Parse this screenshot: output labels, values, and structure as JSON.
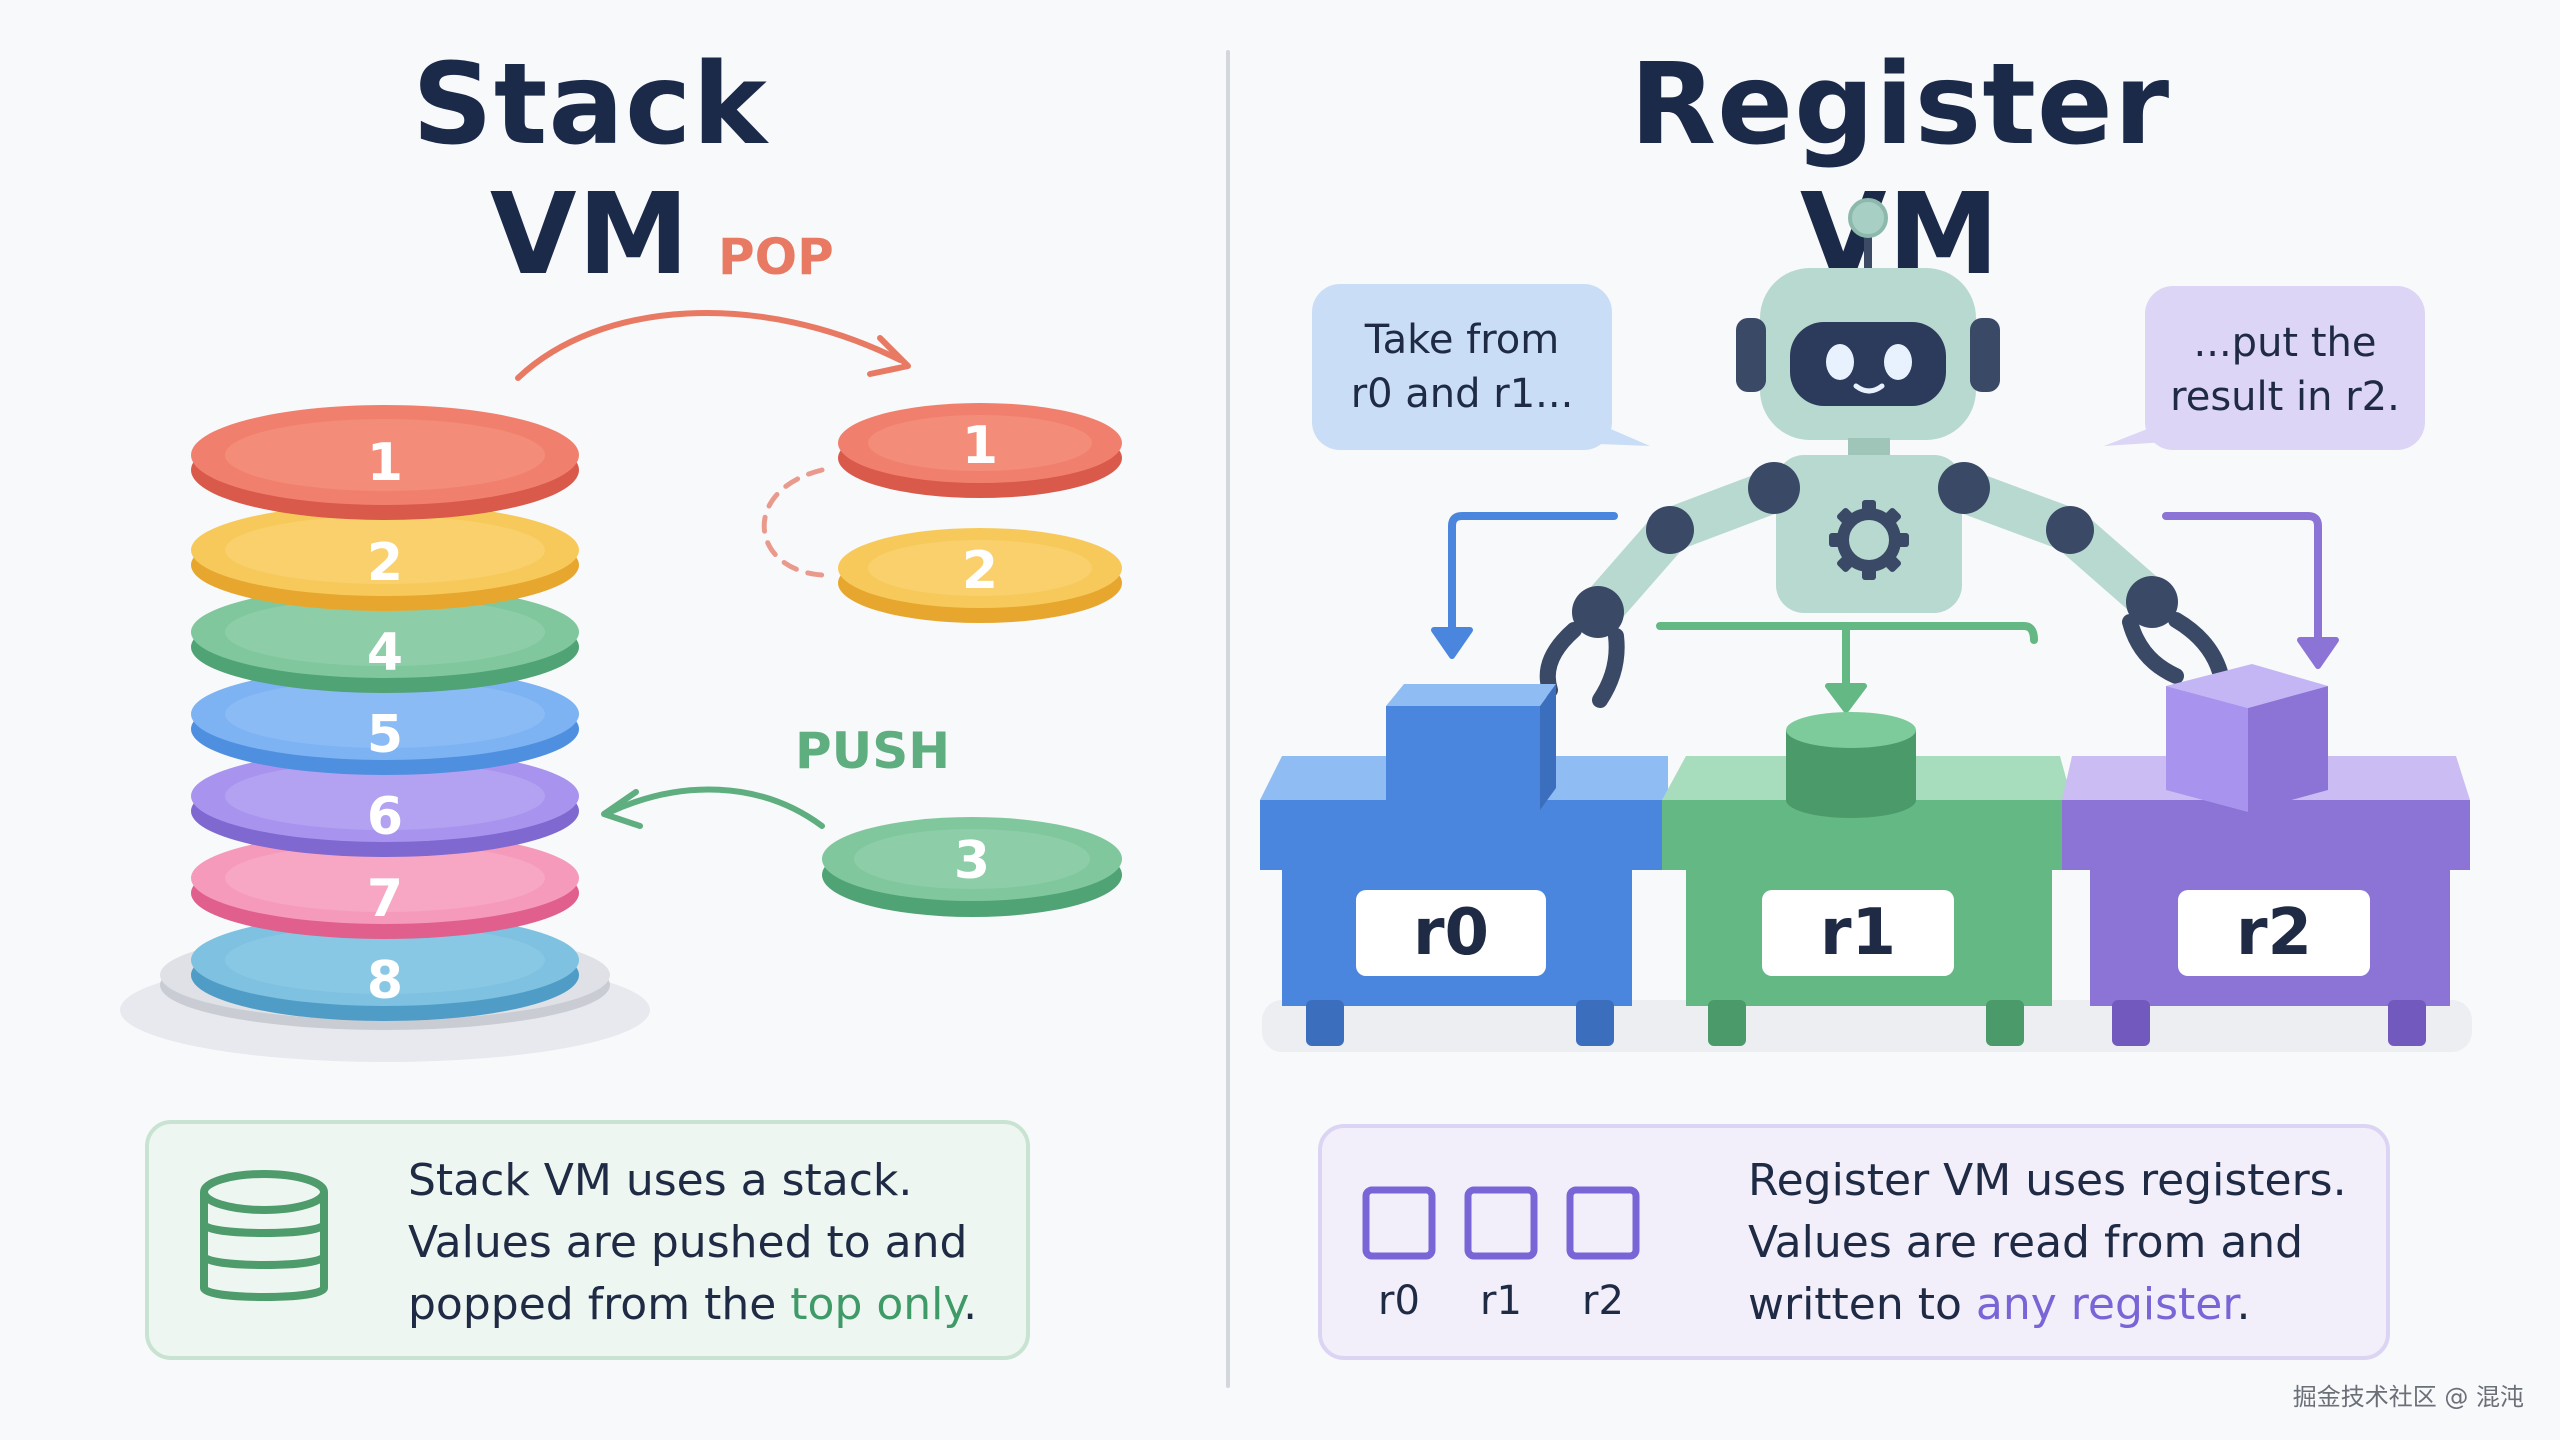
{
  "left": {
    "title": "Stack VM",
    "pop_label": "POP",
    "push_label": "PUSH",
    "stack_disks": [
      "1",
      "2",
      "4",
      "5",
      "6",
      "7",
      "8"
    ],
    "popped_disks": [
      "1",
      "2"
    ],
    "pushed_disk": "3",
    "info": {
      "line1": "Stack VM uses a stack.",
      "line2": "Values are pushed to and",
      "line3_pre": "popped from the ",
      "line3_hl": "top only",
      "line3_post": "."
    }
  },
  "right": {
    "title": "Register VM",
    "bubble_left": [
      "Take from",
      "r0 and r1..."
    ],
    "bubble_right": [
      "...put the",
      "result in r2."
    ],
    "registers": [
      "r0",
      "r1",
      "r2"
    ],
    "legend_labels": [
      "r0",
      "r1",
      "r2"
    ],
    "info": {
      "line1": "Register VM uses registers.",
      "line2": "Values are read from and",
      "line3_pre": "written to ",
      "line3_hl": "any register",
      "line3_post": "."
    }
  },
  "colors": {
    "pop": "#e87a64",
    "push": "#5fae7f",
    "r0": "#4a86de",
    "r1": "#63b884",
    "r2": "#8c74d6"
  },
  "watermark": "掘金技术社区 @ 混沌"
}
